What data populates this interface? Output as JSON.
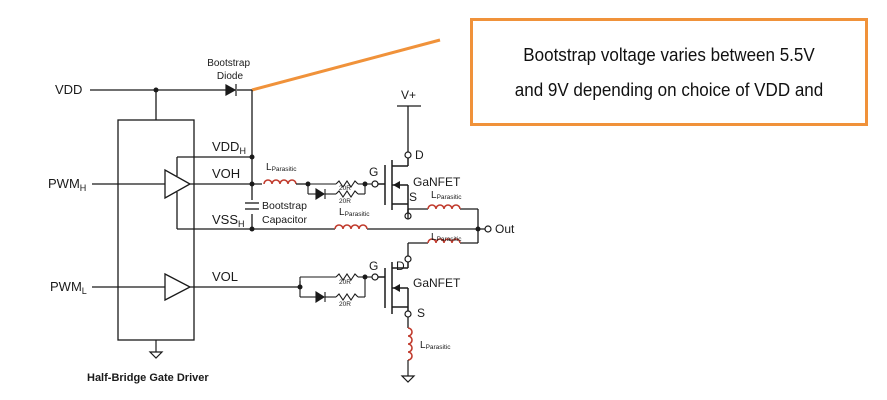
{
  "callout": {
    "line1": "Bootstrap voltage varies between 5.5V",
    "line2": "and 9V depending on choice of VDD and",
    "border_color": "#f0923a"
  },
  "labels": {
    "vdd": "VDD",
    "bootstrap_diode_1": "Bootstrap",
    "bootstrap_diode_2": "Diode",
    "vdd_h": "VDD",
    "vdd_h_sub": "H",
    "pwm_h": "PWM",
    "pwm_h_sub": "H",
    "voh": "VOH",
    "vss_h": "VSS",
    "vss_h_sub": "H",
    "bootstrap_cap_1": "Bootstrap",
    "bootstrap_cap_2": "Capacitor",
    "pwm_l": "PWM",
    "pwm_l_sub": "L",
    "vol": "VOL",
    "driver_title": "Half-Bridge Gate Driver",
    "vplus": "V+",
    "drain": "D",
    "gate": "G",
    "source": "S",
    "ganfet": "GaNFET",
    "out": "Out",
    "l_main": "L",
    "l_sub": "Parasitic",
    "resistor": "20R"
  },
  "colors": {
    "wire": "#1a1a1a",
    "inductor": "#c0392b",
    "callout_leader": "#f0923a"
  }
}
